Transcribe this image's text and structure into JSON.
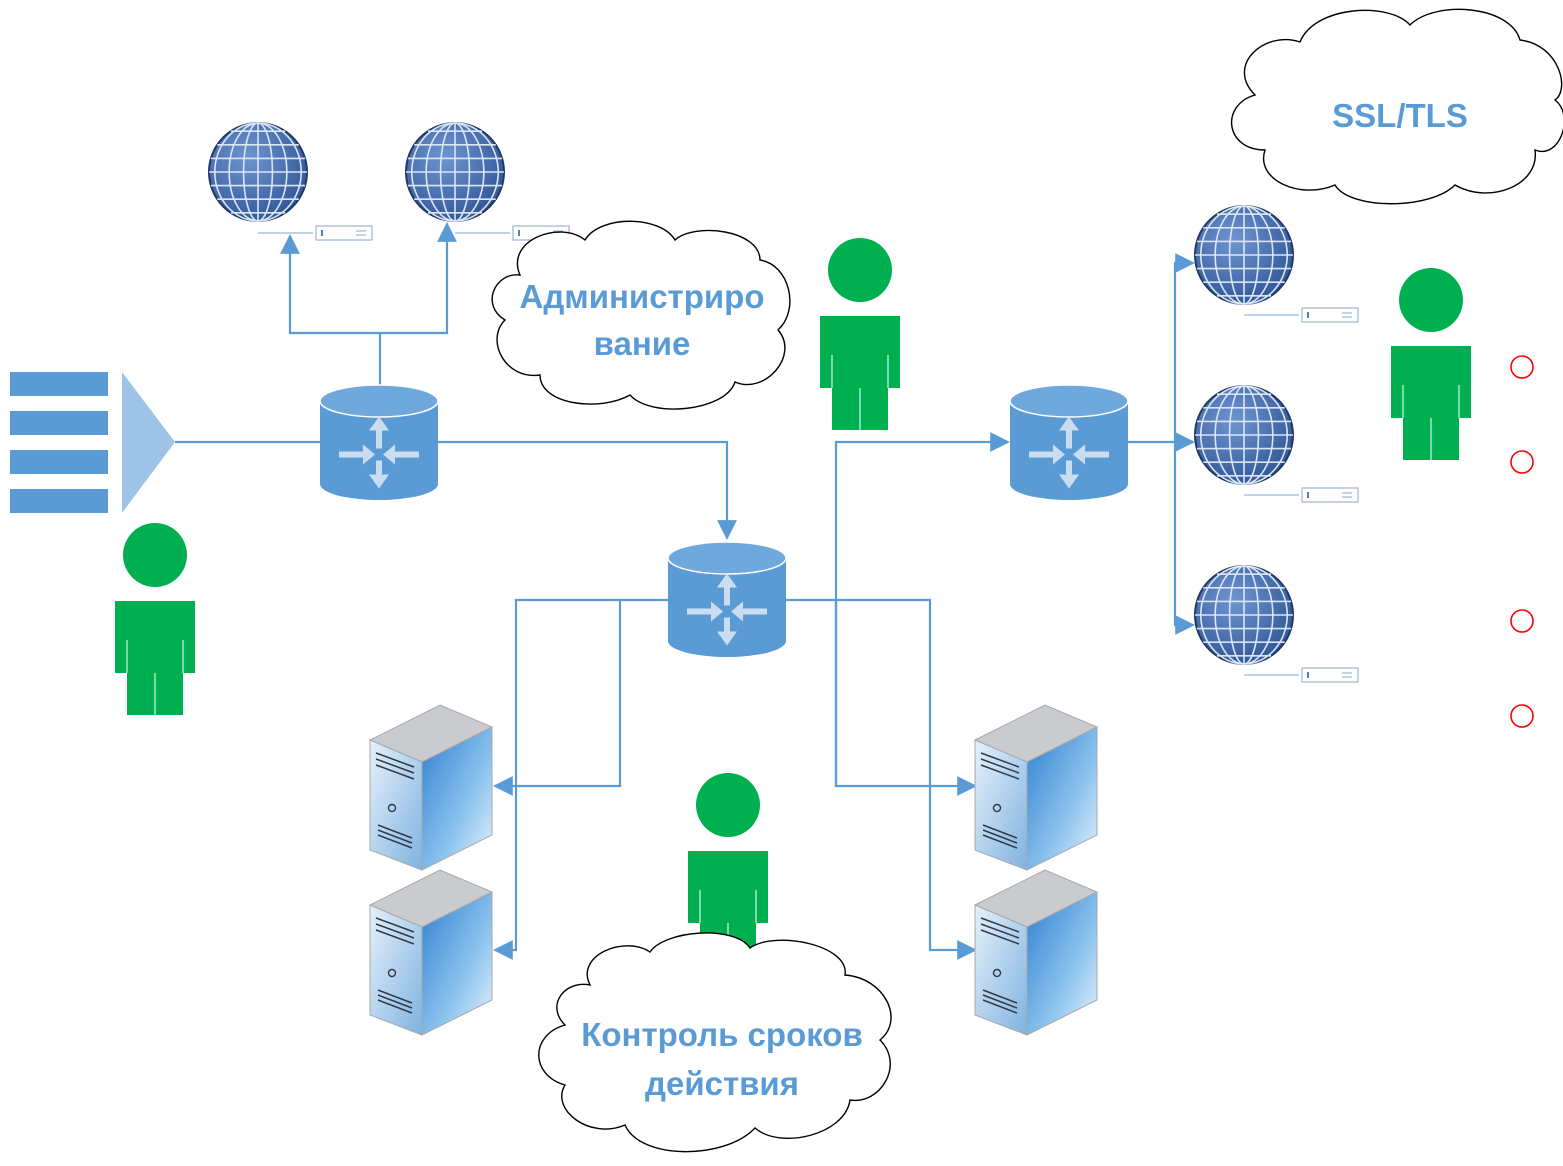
{
  "clouds": {
    "admin": {
      "line1": "Администриро",
      "line2": "вание"
    },
    "ssl": {
      "label": "SSL/TLS"
    },
    "control": {
      "line1": "Контроль сроков",
      "line2": "действия"
    }
  },
  "colors": {
    "link": "#5b9bd5",
    "router": "#5b9bd5",
    "person": "#00b050",
    "globe": "#4472c4",
    "bullet": "#ff0000",
    "cloud_text": "#5b9bd5"
  },
  "icons": {
    "router": "router-icon",
    "globe": "globe-icon",
    "server": "server-icon",
    "person": "user-icon",
    "list": "list-input-icon",
    "device": "network-device-icon"
  }
}
